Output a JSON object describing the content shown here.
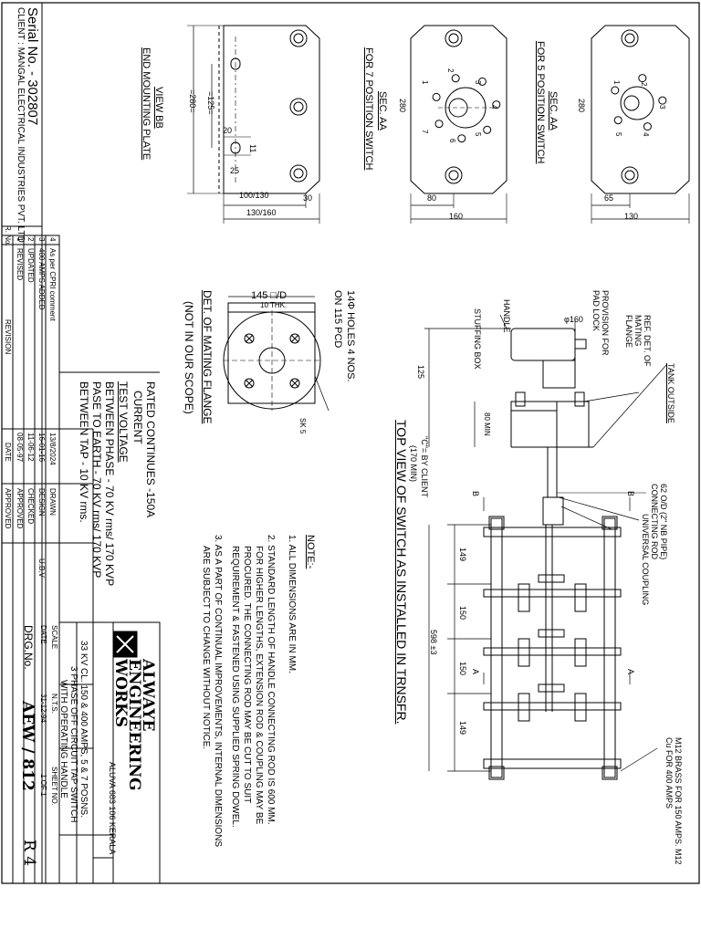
{
  "serial": "Serial No. - 302807",
  "client": "CLIENT : MANGAL ELECTRICAL INDUSTRIES PVT. LTD",
  "views": {
    "view_bb_title": "VIEW BB",
    "view_bb_sub": "END MOUNTING PLATE",
    "sec7_title": "SEC. AA",
    "sec7_sub": "FOR 7 POSITION SWITCH",
    "sec5_title": "SEC. AA",
    "sec5_sub": "FOR 5 POSITION SWITCH",
    "flange_title": "DET. OF MATING FLANGE",
    "flange_sub": "(NOT IN OUR SCOPE)",
    "top_view_title": "TOP VIEW OF SWITCH AS INSTALLED IN TRNSFR."
  },
  "dims": {
    "d125": "=125=",
    "d280": "=280=",
    "d20": "20",
    "d11": "11",
    "d25": "25",
    "d100_130": "100/130",
    "d30": "30",
    "d130_160": "130/160",
    "d280b": "280",
    "d80": "80",
    "d160": "160",
    "d280c": "280",
    "d65": "65",
    "d130": "130",
    "flange_d": "145 □/D",
    "flange_thk": "10 THK.",
    "holes": "14Φ HOLES 4 NOS.",
    "pcd": "ON 115 PCD",
    "sk": "SK 5",
    "d125v": "125",
    "d80min": "80 MIN",
    "c_by_client": "\"C\"= BY CLIENT",
    "c_min": "(170 MIN)",
    "d598": "598 ±3",
    "d149a": "149",
    "d150a": "150",
    "d150b": "150",
    "d149b": "149",
    "phi160": "φ160",
    "b_left": "B",
    "b_right": "B",
    "a_left": "A",
    "a_right": "A"
  },
  "callouts": {
    "tank_outside": "TANK OUTSIDE",
    "ref_det": "REF. DET. OF MATING FLANGE",
    "pad_lock": "PROVISION FOR PAD LOCK",
    "handle": "HANDLE",
    "stuffing": "STUFFING BOX",
    "rod": "62 O/D (2\" NB PIPE) CONNECTING ROD",
    "coupling": "UNIVERSAL COUPLING",
    "m12": "M12 BRASS FOR 150 AMPS. M12 Cu FOR 400 AMPS"
  },
  "positions7": [
    "1",
    "2",
    "3",
    "4",
    "5",
    "6",
    "7"
  ],
  "positions5": [
    "1",
    "2",
    "3",
    "4",
    "5"
  ],
  "notes": {
    "title": "NOTE:-",
    "n1": "1. ALL DIMENSIONS ARE IN MM.",
    "n2a": "2. STANDARD LENGTH OF HANDLE CONNECTING ROD IS 600 MM.",
    "n2b": "FOR HIGHER LENGTHS, EXTENSION ROD & COUPLING MAY BE",
    "n2c": "PROCURED. THE CONNECTING ROD MAY BE CUT TO SUIT",
    "n2d": "REQUIREMENT & FASTENED USING SUPPLIED SPRING DOWEL.",
    "n3a": "3. AS A PART OF CONTINUAL IMPROVEMENTS, INTERNAL DIMENSIONS",
    "n3b": "ARE SUBJECT TO CHANGE WITHOUT NOTICE."
  },
  "ratings": {
    "rated": "RATED CONTINUES -150A",
    "current": "CURRENT",
    "test": "TEST VOLTAGE",
    "phase": "BETWEEN PHASE   - 70 KV rms/ 170 KVP",
    "earth": "PASE TO EARTH   - 70 KV rms/ 170 KVP",
    "tap": "BETWEEN TAP     - 10 KV rms."
  },
  "revisions": {
    "rows": [
      {
        "no": "4",
        "text": "As per CPRI comment",
        "date": "13/8/2024"
      },
      {
        "no": "3",
        "text": "400 AMPS ADDED",
        "date": "16-01-16"
      },
      {
        "no": "2",
        "text": "UPDATED",
        "date": "11-06-12"
      },
      {
        "no": "1",
        "text": "REVISED",
        "date": "08-05-97"
      }
    ],
    "h_no": "R. No.",
    "h_rev": "REVISION",
    "h_date": "DATE",
    "h_appr": "APPROVED",
    "drawn": "DRAWN",
    "design": "DESIGN",
    "checked": "CHECKED",
    "approved": "APPROVED",
    "ubv": "U.B.V"
  },
  "title_block": {
    "company1": "ALWAYE",
    "company2": "ENGINEERING",
    "company3": "WORKS",
    "address": "ALUVA 683 106  KERALA",
    "desc1": "33 KV CL. 150 & 400 AMPS, 5 & 7 POSNS.",
    "desc2": "3 PHASE OFF CIRCUIT TAP SWITCH",
    "desc3": "WITH OPERATING HANDLE",
    "scale_label": "SCALE",
    "scale": "N.T.S.",
    "date_label": "DATE",
    "date": "31-12-94",
    "sheet_label": "SHEET NO.",
    "sheet": "1 OF 1",
    "drg_label": "DRG.No.",
    "drg_no": "AEW / 812",
    "rev": "R 4"
  }
}
